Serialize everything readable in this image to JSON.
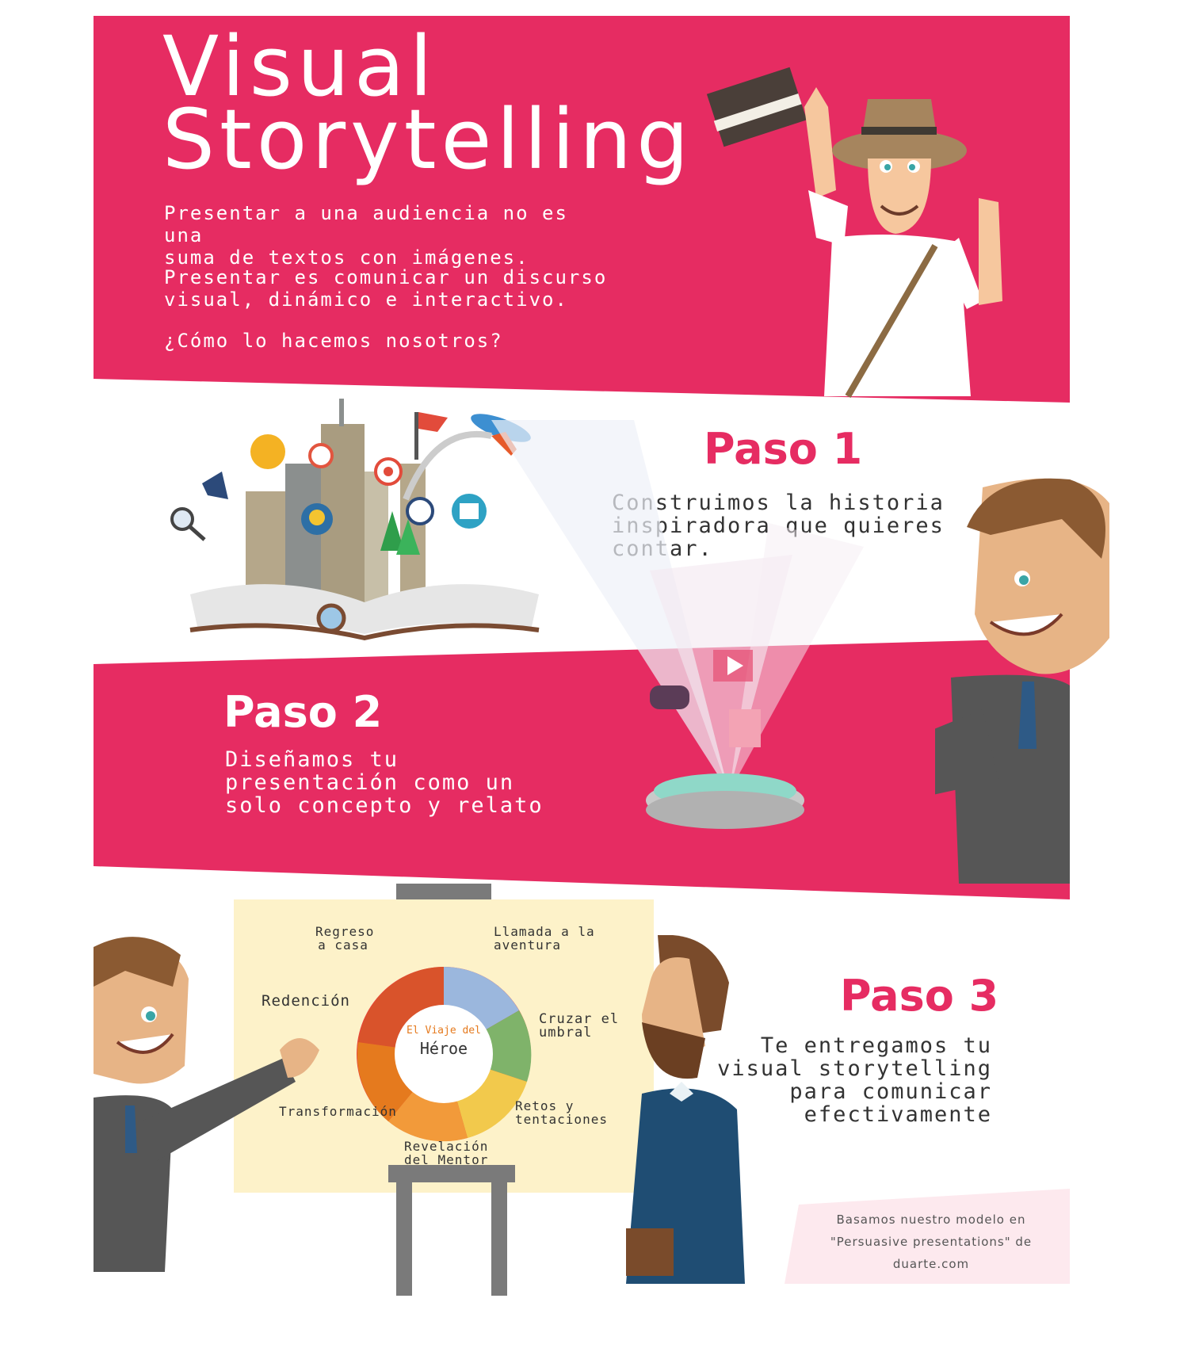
{
  "colors": {
    "accent": "#e62c62",
    "white": "#ffffff",
    "text_dark": "#333333",
    "poster": "#fdf2c9",
    "credit_bg": "#fde9ee"
  },
  "header": {
    "title_line1": "Visual",
    "title_line2": "Storytelling",
    "intro_p1": "Presentar a una audiencia no es una\nsuma de textos con imágenes.",
    "intro_p2": "Presentar es comunicar un discurso\nvisual, dinámico e interactivo.",
    "intro_p3": "¿Cómo lo hacemos nosotros?"
  },
  "step1": {
    "title": "Paso 1",
    "text": "Construimos la historia\ninspiradora que quieres\ncontar."
  },
  "step2": {
    "title": "Paso 2",
    "text": "Diseñamos tu\npresentación como un\nsolo concepto y relato"
  },
  "step3": {
    "title": "Paso 3",
    "text": "Te entregamos tu\nvisual storytelling\npara comunicar\nefectivamente"
  },
  "wheel": {
    "center_small": "El Viaje del",
    "center_big": "Héroe",
    "labels": {
      "regreso": "Regreso\na casa",
      "llamada": "Llamada a la\naventura",
      "redencion": "Redención",
      "cruzar": "Cruzar el\numbral",
      "transformacion": "Transformación",
      "retos": "Retos y\ntentaciones",
      "revelacion": "Revelación\ndel Mentor"
    },
    "segment_colors": [
      "#e8453c",
      "#9bb7dd",
      "#7fb36a",
      "#f2c94c",
      "#e57a1e",
      "#f29a3a",
      "#d9532b"
    ]
  },
  "credit": {
    "line1": "Basamos nuestro modelo en",
    "line2": "\"Persuasive presentations\" de",
    "line3": "duarte.com"
  },
  "icons": [
    "open-book-icon",
    "skyscraper-icon",
    "sun-icon",
    "airplane-icon",
    "flag-icon",
    "megaphone-icon",
    "magnifier-icon",
    "stopwatch-icon",
    "target-icon",
    "clock-icon",
    "calendar-icon",
    "lightbulb-icon",
    "gamepad-icon",
    "pdf-icon",
    "play-icon",
    "projector-icon"
  ]
}
